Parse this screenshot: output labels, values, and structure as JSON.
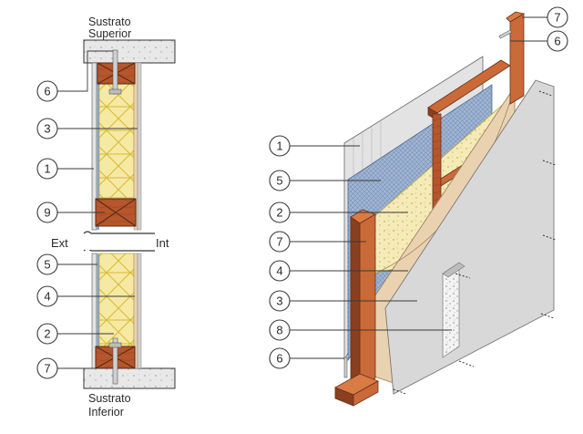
{
  "section": {
    "top_label_line1": "Sustrato",
    "top_label_line2": "Superior",
    "bottom_label_line1": "Sustrato",
    "bottom_label_line2": "Inferior",
    "exterior_label": "Ext",
    "interior_label": "Int",
    "callouts": [
      "6",
      "3",
      "1",
      "9",
      "5",
      "4",
      "2",
      "7"
    ]
  },
  "isometric": {
    "callouts": [
      "1",
      "5",
      "2",
      "7",
      "4",
      "3",
      "8",
      "6",
      "7",
      "6"
    ]
  },
  "colors": {
    "timber": "#b5562c",
    "timber_dark": "#7d3a1e",
    "insulation": "#f6e9a4",
    "insulation_line": "#d9b934",
    "board": "#ead2b1",
    "gypsum": "#d9d9d9",
    "siding": "#e3e3e3",
    "membrane": "#8fa7c8",
    "concrete": "#e4e4e4"
  }
}
